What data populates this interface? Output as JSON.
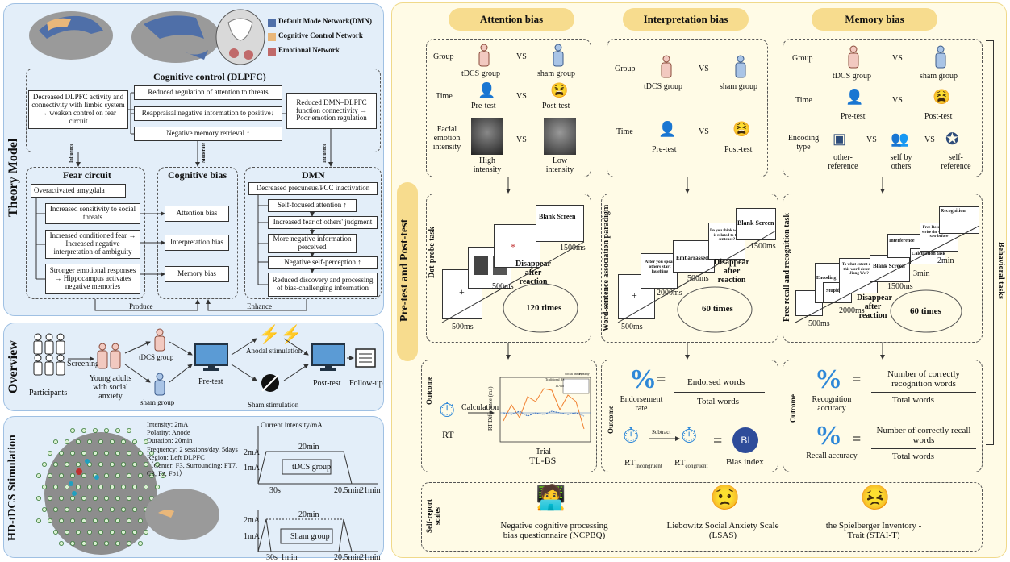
{
  "colors": {
    "dmn": "#4f6fa8",
    "ccn": "#e9b77a",
    "emo": "#c06a6a",
    "blue_panel": "#e3eef9",
    "yellow_panel": "#fffbe6",
    "pill": "#f7dc8e",
    "icon_blue": "#2e88d8"
  },
  "theory": {
    "side_label": "Theory Model",
    "legend": [
      "Default Mode Network(DMN)",
      "Cognitive Control Network",
      "Emotional Network"
    ],
    "cc_title": "Cognitive control (DLPFC)",
    "cc_left": "Decreased DLPFC activity and connectivity with limbic system → weaken control on fear circuit",
    "cc_mid": [
      "Reduced regulation of attention to threats",
      "Reappraisal negative information to positive↓",
      "Negative memory  retrieval ↑"
    ],
    "cc_right": "Reduced DMN–DLPFC function connectivity → Poor emotion regulation",
    "arrow_labels": [
      "Influence",
      "Moderate",
      "Influence"
    ],
    "fear_title": "Fear circuit",
    "fear_items": [
      "Overactivated amygdala",
      "Increased sensitivity to social threats",
      "Increased conditioned fear → Increased negative interpretation of ambiguity",
      "Stronger emotional responses → Hippocampus activates negative memories"
    ],
    "bias_title": "Cognitive bias",
    "bias_items": [
      "Attention bias",
      "Interpretation bias",
      "Memory bias"
    ],
    "dmn_title": "DMN",
    "dmn_items": [
      "Decreased precuneus/PCC inactivation",
      "Self-focused attention ↑",
      "Increased fear of others' judgment",
      "More negative information perceived",
      "Negative self-perception ↑",
      "Reduced discovery and processing of bias-challenging information"
    ],
    "bottom": [
      "Produce",
      "Enhance"
    ]
  },
  "overview": {
    "side_label": "Overview",
    "participants": "Participants",
    "screening": "Screening",
    "young": "Young adults with social anxiety",
    "tdcs": "tDCS group",
    "sham": "sham group",
    "pretest": "Pre-test",
    "anodal": "Anodal stimulation",
    "sham_stim": "Sham stimulation",
    "posttest": "Post-test",
    "followup": "Follow-up"
  },
  "hd": {
    "side_label": "HD-tDCS Stimulation",
    "params": [
      "Intensity: 2mA",
      "Polarity: Anode",
      "Duration: 20min",
      "Frequency: 2 sessions/day, 5days",
      "Region: Left DLPFC",
      "（Center: F3, Surrounding: FT7,",
      "C3, Fz, Fp1）"
    ],
    "current_title": "Current intensity/mA",
    "tdcs_label": "tDCS group",
    "sham_label": "Sham group",
    "y2": "2mA",
    "y1": "1mA",
    "dur": "20min",
    "tdcs_ticks": [
      "30s",
      "20.5min",
      "21min"
    ],
    "sham_ticks": [
      "30s",
      "1min",
      "20.5min",
      "21min"
    ]
  },
  "right": {
    "headers": [
      "Attention bias",
      "Interpretation bias",
      "Memory bias"
    ],
    "side_label": "Pre-test and Post-test",
    "behavioral": "Behavioral tasks",
    "group": "Group",
    "vs": "VS",
    "time": "Time",
    "tdcs_group": "tDCS group",
    "sham_group": "sham group",
    "pre": "Pre-test",
    "post": "Post-test",
    "facial": "Facial emotion intensity",
    "high": "High intensity",
    "low": "Low intensity",
    "encoding": "Encoding type",
    "enc_types": [
      "other-reference",
      "self by others",
      "self-reference"
    ],
    "task1": "Dot-probe task",
    "task2": "Word-sentence association paradigm",
    "task3": "Free recall and recognition task",
    "blank": "Blank Screen",
    "times": [
      "120 times",
      "60 times",
      "60 times"
    ],
    "t1": {
      "d1": "500ms",
      "d2": "500ms",
      "d3": "1500ms",
      "dis": "Disappear after reaction"
    },
    "t2": {
      "d1": "500ms",
      "d2": "2000ms",
      "d3": "500ms",
      "d4": "1500ms",
      "s1": "After you speak others start laughing",
      "s2": "Embarrassed",
      "s3": "Do you think words is related to the sentence?",
      "dis": "Disappear after reaction"
    },
    "t3": {
      "enc": "Encoding",
      "stupid": "Stupid",
      "q": "To what extent does this word describe Jiang Wei?",
      "blank": "Blank Screen",
      "calc": "Calculation task",
      "interf": "Interference",
      "free": "Free Recall: Please write the words you saw before",
      "recog": "Recognition",
      "d1": "500ms",
      "d2": "2000ms",
      "d3": "1500ms",
      "d4": "3min",
      "d5": "2min",
      "dis": "Disappear after reaction"
    },
    "outcome": "Outcome",
    "rt": "RT",
    "calculation": "Calculation",
    "tlbs": "TL-BS",
    "rtdiff": "RT Difference (ms)",
    "trial": "Trial",
    "endorse_rate": "Endorsement rate",
    "endorsed": "Endorsed words",
    "total_words": "Total words",
    "subtract": "Subtract",
    "rt_inc": "RT",
    "rt_inc_sub": "incongruent",
    "rt_con": "RT",
    "rt_con_sub": "congruent",
    "bias_index": "Bias index",
    "bi": "BI",
    "recog_acc": "Recognition accuracy",
    "recall_acc": "Recall accuracy",
    "recog_num": "Number of correctly recognition words",
    "recall_num": "Number of correctly recall words",
    "self_report": "Self-report scales",
    "scales": [
      "Negative cognitive processing bias questionnaire (NCPBQ)",
      "Liebowitz Social Anxiety Scale (LSAS)",
      "the Spielberger Inventory - Trait (STAI-T)"
    ],
    "chart_legend_title": "Social anxiety",
    "chart_legend": [
      "Traditional BS",
      "Healthy",
      "TL-BS"
    ]
  }
}
